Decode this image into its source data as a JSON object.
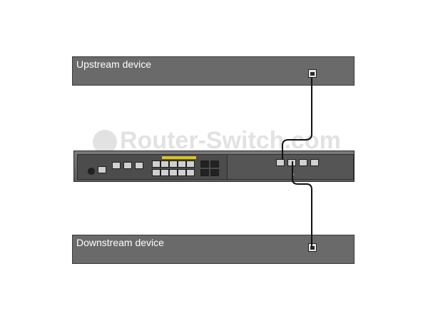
{
  "upstream": {
    "title": "Upstream device"
  },
  "downstream": {
    "title": "Downstream device"
  },
  "watermark": {
    "text": "Router-Switch.com"
  },
  "colors": {
    "box_fill": "#6a6a6a",
    "cable": "#111111",
    "chassis": "#6b6b6b"
  },
  "icons": {
    "port": "rj45-port-icon"
  }
}
